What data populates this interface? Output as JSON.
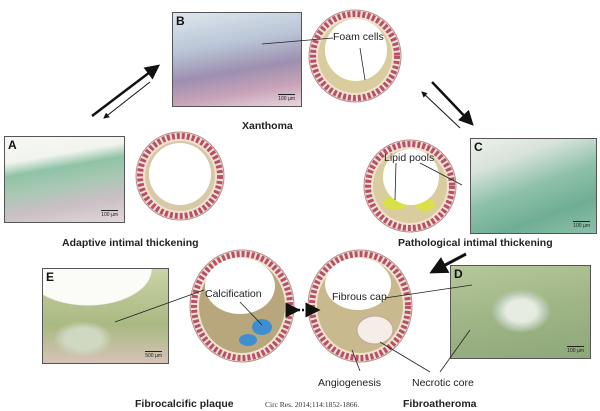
{
  "panels": {
    "A": {
      "letter": "A",
      "scale": "100 µm"
    },
    "B": {
      "letter": "B",
      "scale": "100 µm"
    },
    "C": {
      "letter": "C",
      "scale": "100 µm"
    },
    "D": {
      "letter": "D",
      "scale": "100 µm"
    },
    "E": {
      "letter": "E",
      "scale": "500 µm"
    }
  },
  "stages": {
    "xanthoma": "Xanthoma",
    "adaptive": "Adaptive intimal thickening",
    "pathological": "Pathological intimal thickening",
    "fibrocalcific": "Fibrocalcific plaque",
    "fibroatheroma": "Fibroatheroma"
  },
  "callouts": {
    "foam_cells": "Foam cells",
    "lipid_pools": "Lipid pools",
    "calcification": "Calcification",
    "fibrous_cap": "Fibrous cap",
    "angiogenesis": "Angiogenesis",
    "necrotic_core": "Necrotic core"
  },
  "citation": "Circ Res. 2014;114:1852-1866."
}
